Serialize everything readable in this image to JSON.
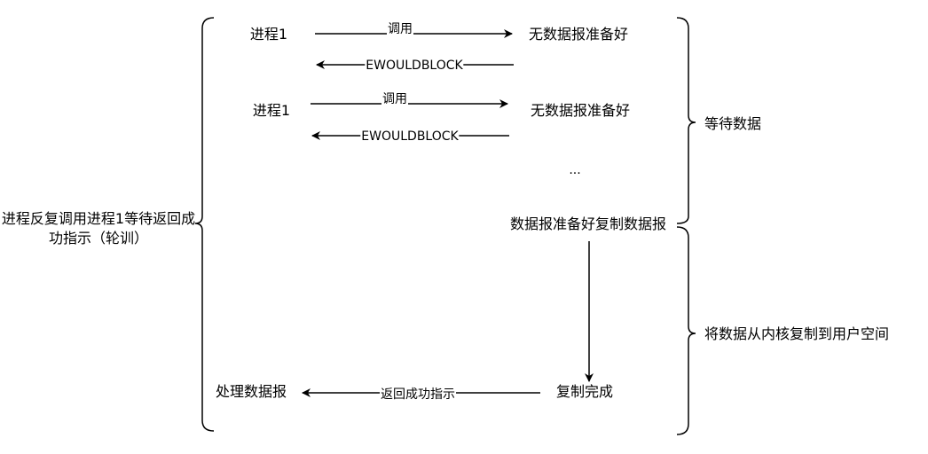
{
  "diagram": {
    "type": "non-blocking I/O polling flow",
    "left_brace_label": "进程反复调用进程1等待返回成功指示（轮训）",
    "rounds": [
      {
        "caller": "进程1",
        "call_label": "调用",
        "kernel_state": "无数据报准备好",
        "return_label": "EWOULDBLOCK"
      },
      {
        "caller": "进程1",
        "call_label": "调用",
        "kernel_state": "无数据报准备好",
        "return_label": "EWOULDBLOCK"
      }
    ],
    "ellipsis": "...",
    "ready_label": "数据报准备好复制数据报",
    "copy_done_label": "复制完成",
    "return_success_label": "返回成功指示",
    "process_label": "处理数据报",
    "right_brace_wait_label": "等待数据",
    "right_brace_copy_label": "将数据从内核复制到用户空间"
  }
}
